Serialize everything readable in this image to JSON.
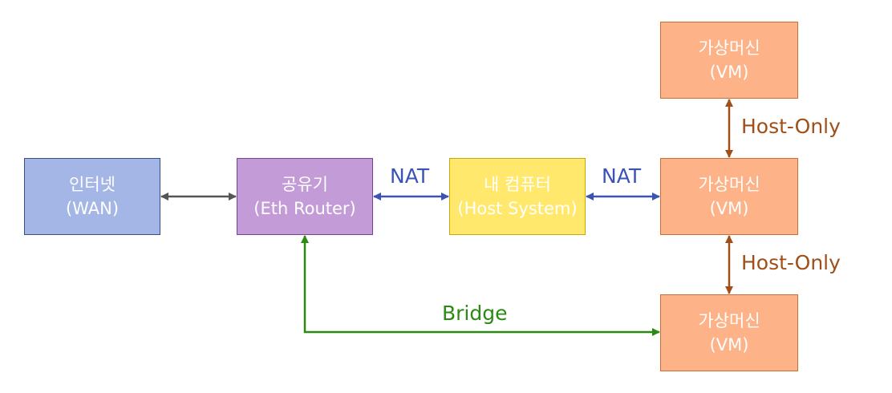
{
  "nodes": {
    "internet": {
      "line1": "인터넷",
      "line2": "(WAN)"
    },
    "router": {
      "line1": "공유기",
      "line2": "(Eth Router)"
    },
    "host": {
      "line1": "내 컴퓨터",
      "line2": "(Host System)"
    },
    "vm_top": {
      "line1": "가상머신",
      "line2": "(VM)"
    },
    "vm_mid": {
      "line1": "가상머신",
      "line2": "(VM)"
    },
    "vm_bot": {
      "line1": "가상머신",
      "line2": "(VM)"
    }
  },
  "edges": {
    "router_host": "NAT",
    "host_vm": "NAT",
    "vm_top_mid": "Host-Only",
    "vm_mid_bot": "Host-Only",
    "router_vm_bot": "Bridge"
  },
  "colors": {
    "internet_fill": "#a3b6e6",
    "router_fill": "#c39bd6",
    "host_fill": "#ffe86b",
    "vm_fill": "#fdb287",
    "arrow_gray": "#555555",
    "nat_blue": "#3b54b4",
    "hostonly_brown": "#a04f18",
    "bridge_green": "#2a8a12"
  }
}
